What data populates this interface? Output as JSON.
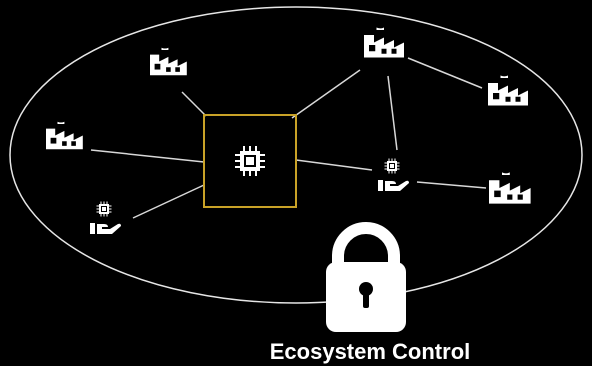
{
  "caption": "Ecosystem Control",
  "colors": {
    "background": "#000000",
    "foreground": "#ffffff",
    "line": "#d8d8d8",
    "accent": "#c9a227"
  },
  "nodes": [
    {
      "id": "factory-left",
      "icon": "factory-icon"
    },
    {
      "id": "factory-top-left",
      "icon": "factory-icon"
    },
    {
      "id": "factory-top-right",
      "icon": "factory-icon"
    },
    {
      "id": "factory-far-right",
      "icon": "factory-icon"
    },
    {
      "id": "factory-right",
      "icon": "factory-icon"
    },
    {
      "id": "central-hub",
      "icon": "chip-icon"
    },
    {
      "id": "chip-hand-right",
      "icon": "chip-in-hand-icon"
    },
    {
      "id": "chip-hand-left",
      "icon": "chip-in-hand-icon"
    },
    {
      "id": "ecosystem-lock",
      "icon": "padlock-icon"
    }
  ],
  "connections": [
    [
      "factory-left",
      "central-hub"
    ],
    [
      "factory-top-left",
      "central-hub"
    ],
    [
      "factory-top-right",
      "central-hub"
    ],
    [
      "chip-hand-left",
      "central-hub"
    ],
    [
      "central-hub",
      "chip-hand-right"
    ],
    [
      "factory-top-right",
      "factory-far-right"
    ],
    [
      "factory-top-right",
      "chip-hand-right"
    ],
    [
      "chip-hand-right",
      "factory-right"
    ]
  ]
}
